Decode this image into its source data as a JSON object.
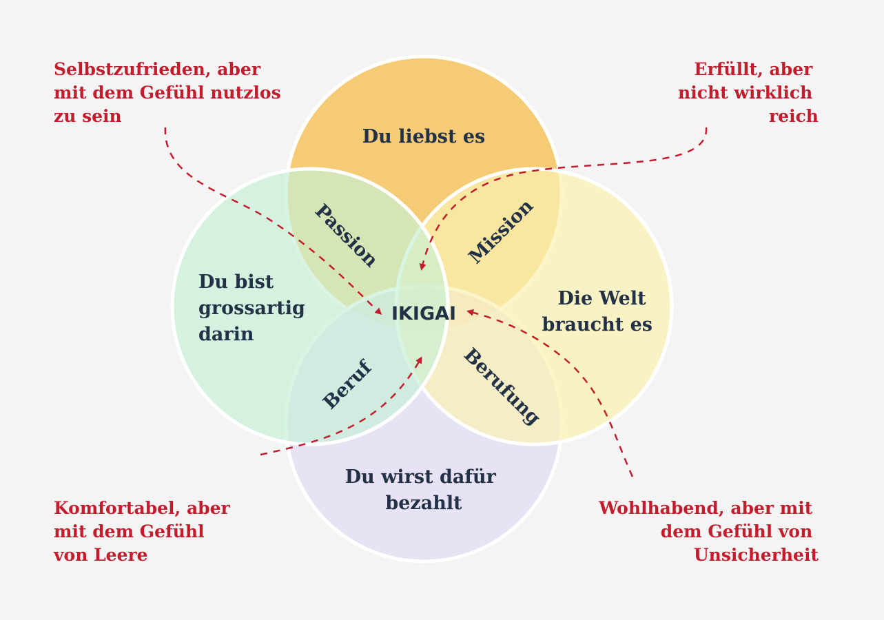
{
  "colors": {
    "background": "#f4f4f4",
    "love": "#f5c45e",
    "good_at": "#c6f0d6",
    "world_needs": "#fbf1b3",
    "paid": "#e3dff5",
    "stroke": "#ffffff",
    "text": "#223146",
    "note": "#c21d2c"
  },
  "circles": {
    "love": {
      "lines": [
        "Du liebst es"
      ]
    },
    "good_at": {
      "lines": [
        "Du bist",
        "grossartig",
        "darin"
      ]
    },
    "world_needs": {
      "lines": [
        "Die Welt",
        "braucht es"
      ]
    },
    "paid": {
      "lines": [
        "Du wirst dafür",
        "bezahlt"
      ]
    }
  },
  "overlaps": {
    "passion": "Passion",
    "mission": "Mission",
    "beruf": "Beruf",
    "berufung": "Berufung",
    "center": "IKIGAI"
  },
  "notes": {
    "top_left": {
      "lines": [
        "Selbstzufrieden, aber",
        "mit dem Gefühl nutzlos",
        "zu sein"
      ]
    },
    "top_right": {
      "lines": [
        "Erfüllt, aber",
        "nicht wirklich",
        "reich"
      ]
    },
    "bottom_left": {
      "lines": [
        "Komfortabel, aber",
        "mit dem Gefühl",
        "von Leere"
      ]
    },
    "bottom_right": {
      "lines": [
        "Wohlhabend, aber mit",
        "dem Gefühl von",
        "Unsicherheit"
      ]
    }
  }
}
